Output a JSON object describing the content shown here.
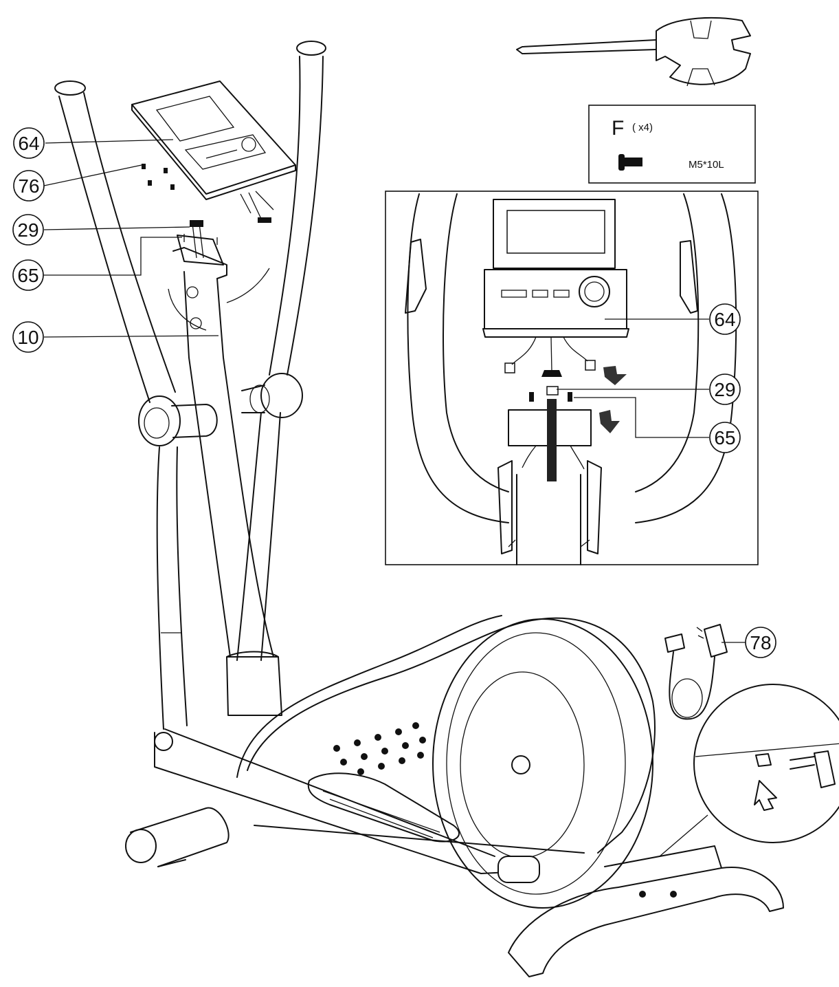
{
  "callouts": [
    {
      "id": "64",
      "label": "64"
    },
    {
      "id": "76",
      "label": "76"
    },
    {
      "id": "29",
      "label": "29"
    },
    {
      "id": "65",
      "label": "65"
    },
    {
      "id": "10",
      "label": "10"
    },
    {
      "id": "64b",
      "label": "64"
    },
    {
      "id": "29b",
      "label": "29"
    },
    {
      "id": "65b",
      "label": "65"
    },
    {
      "id": "78",
      "label": "78"
    }
  ],
  "hardware_box": {
    "letter": "F",
    "quantity": "( x4)",
    "spec": "M5*10L"
  }
}
